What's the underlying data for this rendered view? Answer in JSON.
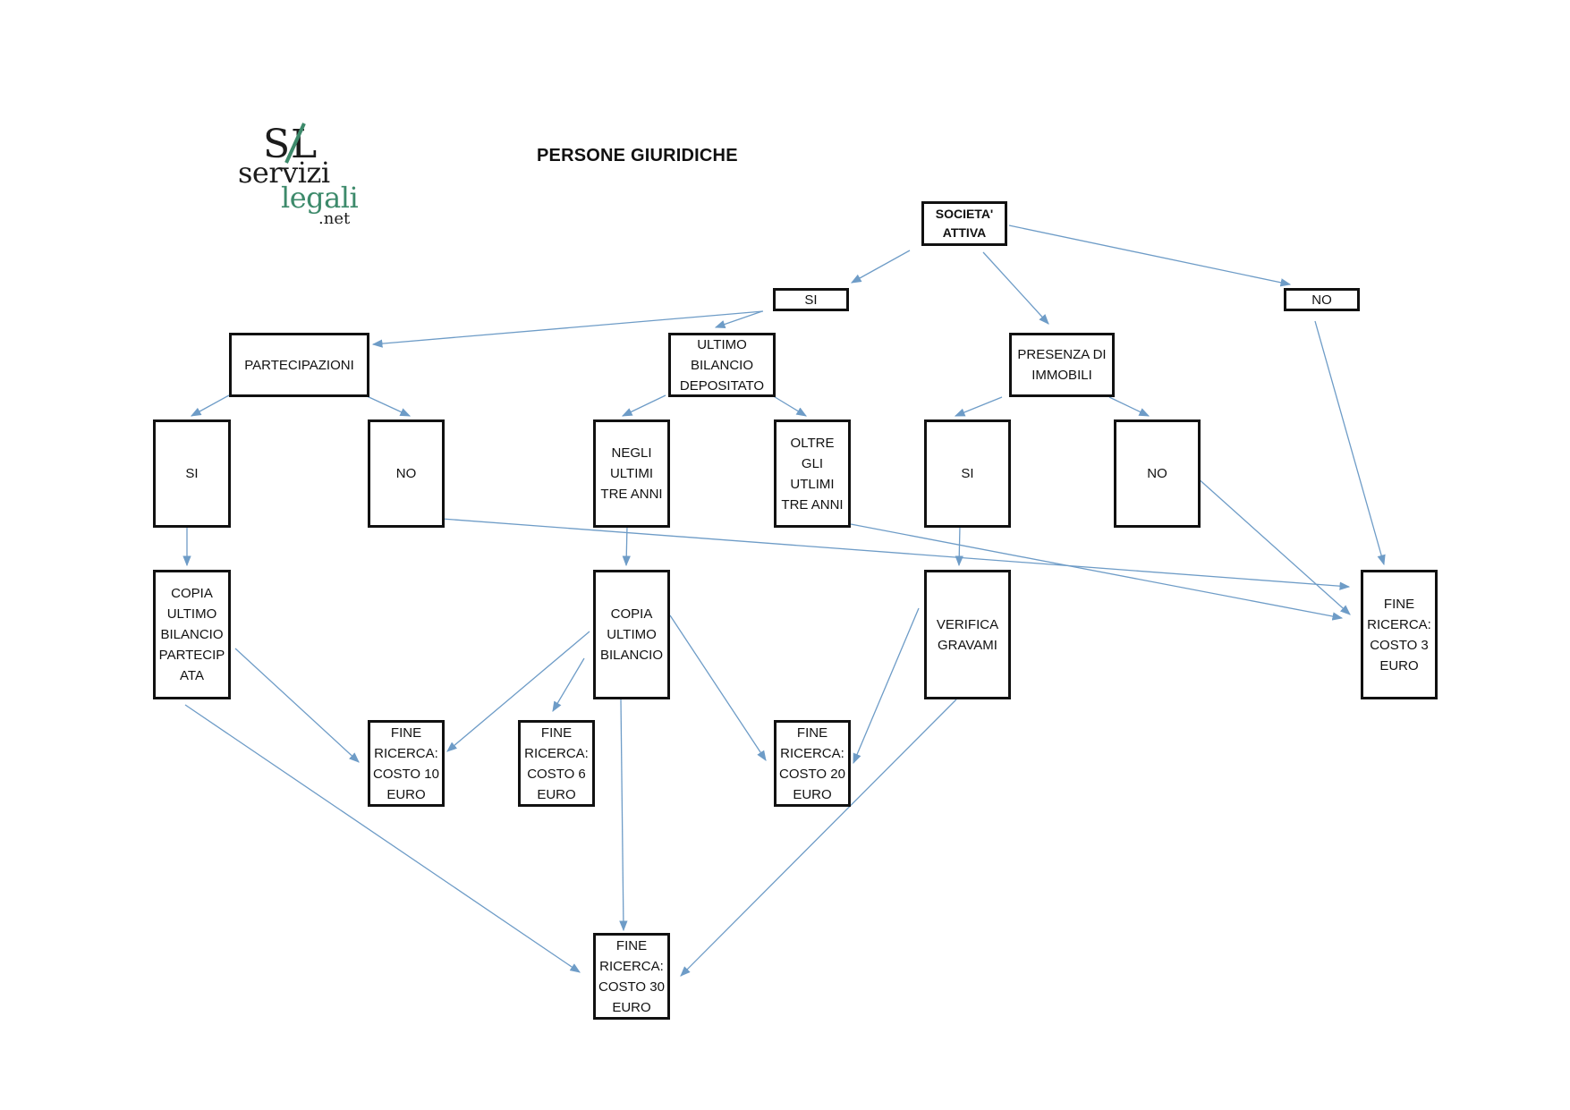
{
  "logo": {
    "monogram": "S/L",
    "line1": "servizi",
    "line2": "legali",
    "line3": ".net",
    "colors": {
      "dark": "#1c1c1c",
      "green": "#3d8a6b"
    }
  },
  "title": "PERSONE GIURIDICHE",
  "colors": {
    "edge": "#6e9cc7",
    "border": "#111111"
  },
  "nodes": {
    "societa_attiva": "SOCIETA'\nATTIVA",
    "si_top": "SI",
    "no_top": "NO",
    "partecipazioni": "PARTECIPAZIONI",
    "ultimo_bilancio": "ULTIMO\nBILANCIO\nDEPOSITATO",
    "presenza_immobili": "PRESENZA DI\nIMMOBILI",
    "part_si": "SI",
    "part_no": "NO",
    "negli_ultimi": "NEGLI\nULTIMI\nTRE ANNI",
    "oltre_gli": "OLTRE GLI\nUTLIMI\nTRE ANNI",
    "imm_si": "SI",
    "imm_no": "NO",
    "copia_partecipata": "COPIA\nULTIMO\nBILANCIO\nPARTECIP\nATA",
    "copia_ultimo": "COPIA\nULTIMO\nBILANCIO",
    "verifica_gravami": "VERIFICA\nGRAVAMI",
    "fine_3": "FINE\nRICERCA:\nCOSTO 3\nEURO",
    "fine_10": "FINE\nRICERCA:\nCOSTO 10\nEURO",
    "fine_6": "FINE\nRICERCA:\nCOSTO 6\nEURO",
    "fine_20": "FINE\nRICERCA:\nCOSTO 20\nEURO",
    "fine_30": "FINE\nRICERCA:\nCOSTO 30\nEURO"
  }
}
